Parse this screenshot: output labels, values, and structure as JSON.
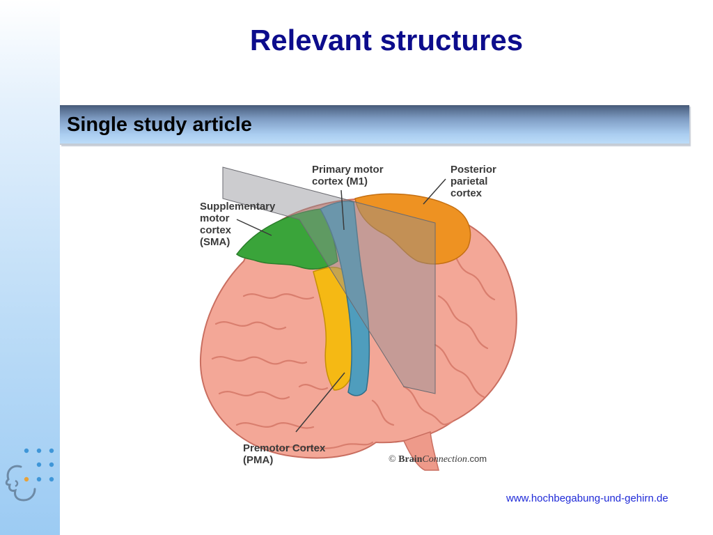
{
  "slide": {
    "title": "Relevant structures",
    "band_title": "Single study article",
    "url": "www.hochbegabung-und-gehirn.de"
  },
  "figure": {
    "labels": {
      "m1": "Primary motor\ncortex (M1)",
      "ppc": "Posterior\nparietal\ncortex",
      "sma": "Supplementary\nmotor\ncortex\n(SMA)",
      "pma": "Premotor Cortex\n(PMA)"
    },
    "credit": {
      "copyright": "©",
      "brain": "Brain",
      "connection": "Connection",
      "com": ".com"
    }
  },
  "colors": {
    "title": "#0c0c8c",
    "url": "#1f2ad8",
    "brain": "#f3a797",
    "sma": "#3aa43a",
    "m1": "#4f9dbd",
    "pma": "#f5b914",
    "ppc": "#ee9222"
  },
  "icons": {
    "logo": "head-profile-dots-icon"
  }
}
